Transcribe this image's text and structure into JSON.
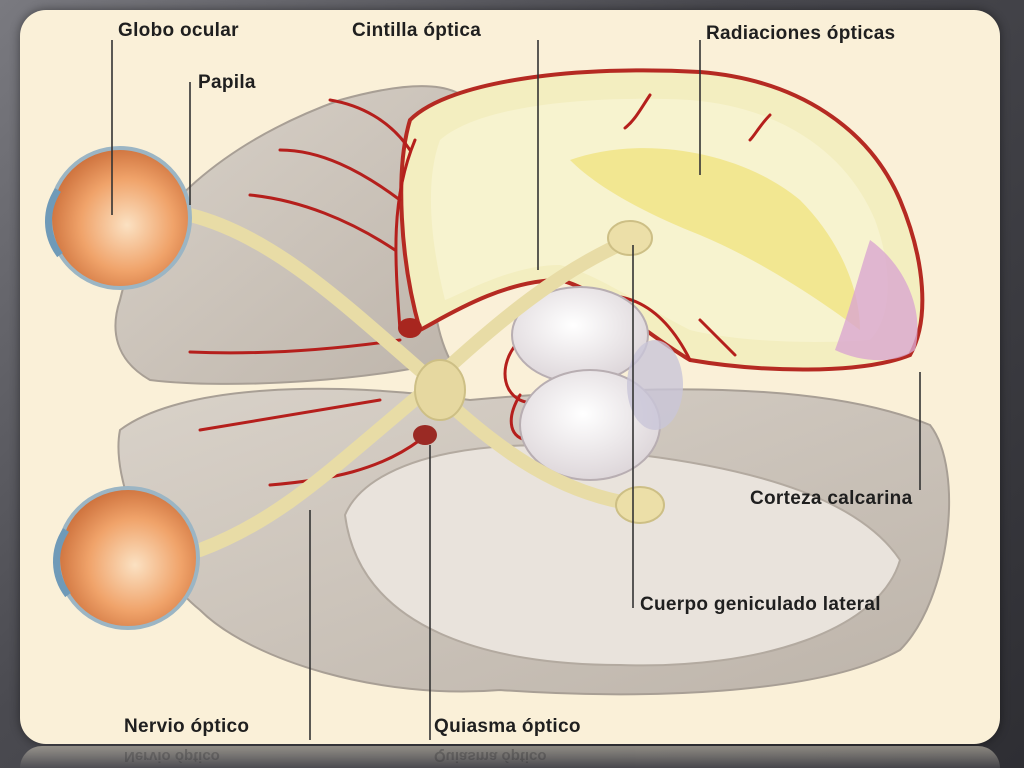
{
  "labels": {
    "globo_ocular": "Globo ocular",
    "papila": "Papila",
    "cintilla_optica": "Cintilla óptica",
    "radiaciones_opticas": "Radiaciones ópticas",
    "corteza_calcarina": "Corteza calcarina",
    "cuerpo_geniculado_lateral": "Cuerpo geniculado lateral",
    "nervio_optico": "Nervio óptico",
    "quiasma_optico": "Quiasma óptico"
  }
}
